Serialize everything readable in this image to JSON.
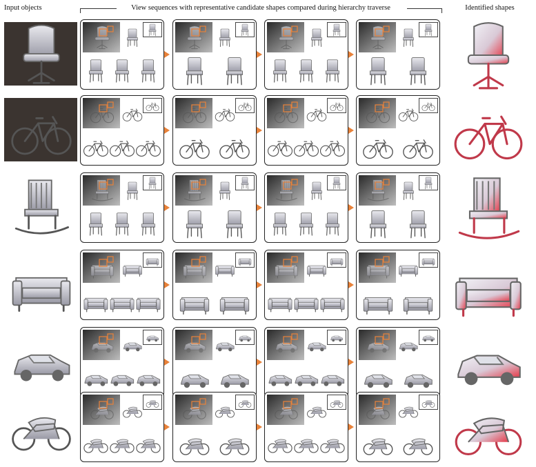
{
  "headers": {
    "input": "Input objects",
    "view": "View sequences with representative candidate shapes compared during hierarchy traverse",
    "identified": "Identified shapes"
  },
  "colors": {
    "accent": "#e8823a",
    "highlight": "#e53b4a",
    "shape_gray": "#c9c9d2"
  },
  "rows": [
    {
      "object": "office chair",
      "candidates": "chair"
    },
    {
      "object": "bicycle",
      "candidates": "bicycle"
    },
    {
      "object": "rocking chair",
      "candidates": "chair"
    },
    {
      "object": "sofa",
      "candidates": "sofa"
    },
    {
      "object": "car",
      "candidates": "car"
    },
    {
      "object": "motorcycle",
      "candidates": "motorcycle"
    }
  ]
}
